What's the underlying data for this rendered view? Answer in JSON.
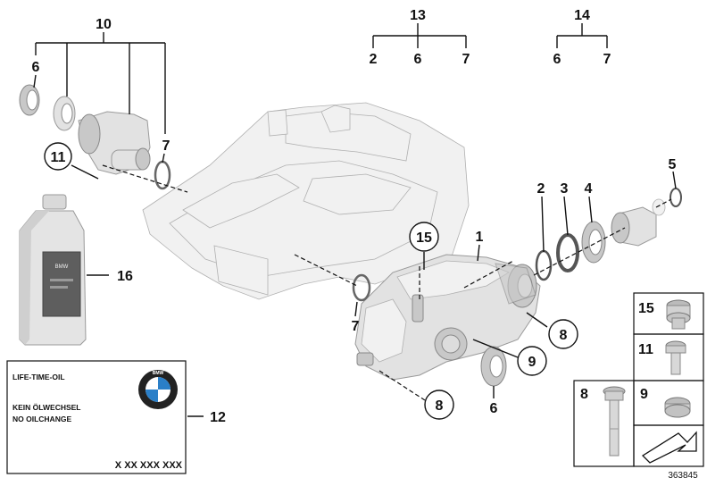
{
  "callouts": {
    "c1": "1",
    "c2": "2",
    "c3": "3",
    "c4": "4",
    "c5": "5",
    "c6a": "6",
    "c6b": "6",
    "c6c": "6",
    "c6d": "6",
    "c7a": "7",
    "c7b": "7",
    "c7c": "7",
    "c7d": "7",
    "c8a": "8",
    "c8b": "8",
    "c9": "9",
    "c10": "10",
    "c11": "11",
    "c12": "12",
    "c13": "13",
    "c14": "14",
    "c15": "15",
    "c16": "16"
  },
  "label": {
    "line1": "LIFE-TIME-OIL",
    "line2": "KEIN ÖLWECHSEL",
    "line3": "NO OILCHANGE",
    "code": "X XX XXX XXX",
    "logo_text": "BMW"
  },
  "bottle": {
    "label_text": "BMW"
  },
  "parts_grid": {
    "p15": "15",
    "p11": "11",
    "p8": "8",
    "p9": "9"
  },
  "diagram_id": "363845"
}
